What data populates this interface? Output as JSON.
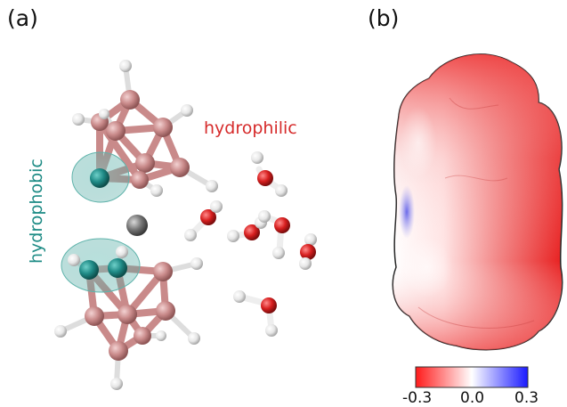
{
  "panels": {
    "a": {
      "label": "(a)",
      "annotations": {
        "hydrophilic": "hydrophilic",
        "hydrophobic": "hydrophobic"
      }
    },
    "b": {
      "label": "(b)"
    }
  },
  "colors": {
    "hydrophilic_text": "#d62b2b",
    "hydrophobic_text": "#1f8c86",
    "boron": "#c98a8a",
    "carbon_teal": "#1f8a86",
    "hydrogen": "#eeeeee",
    "oxygen": "#d71f1f",
    "metal": "#707070",
    "surface_negative": "#ff1a1a",
    "surface_neutral": "#ffffff",
    "surface_positive": "#1a1aff"
  },
  "colorbar": {
    "min_label": "-0.3",
    "mid_label": "0.0",
    "max_label": "0.3",
    "min": -0.3,
    "mid": 0.0,
    "max": 0.3
  }
}
